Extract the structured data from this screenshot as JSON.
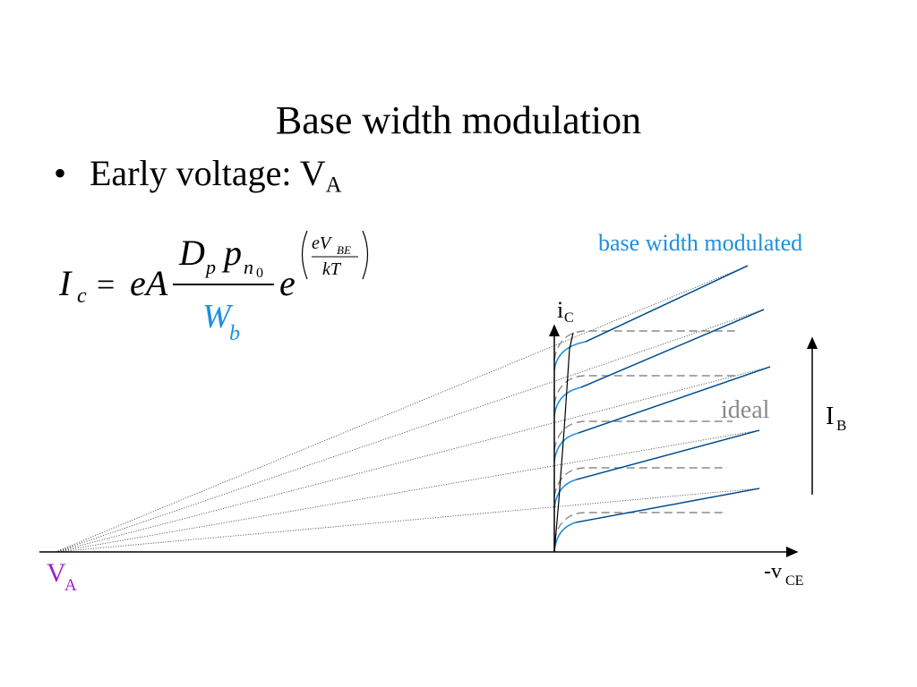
{
  "slide": {
    "title": "Base width modulation",
    "bullet_text": "Early voltage: V",
    "bullet_sub": "A"
  },
  "formula": {
    "lhs": "I",
    "lhs_sub": "c",
    "eq": "=",
    "prefix": "eA",
    "num_D": "D",
    "num_D_sub": "p",
    "num_p": "p",
    "num_p_sub": "n",
    "num_p_subsub": "0",
    "den": "W",
    "den_sub": "b",
    "exp_base": "e",
    "exp_num": "eV",
    "exp_num_sub": "BE",
    "exp_den": "kT"
  },
  "labels": {
    "modulated": "base width modulated",
    "ideal": "ideal",
    "ic": "i",
    "ic_sub": "C",
    "ib": "I",
    "ib_sub": "B",
    "va": "V",
    "va_sub": "A",
    "vce": "-v",
    "vce_sub": "CE"
  },
  "colors": {
    "modulated": "#1e90e0",
    "ideal": "#8a8a8a",
    "va": "#9b1fd0",
    "curve_dark": "#0c3a6e"
  },
  "chart_data": {
    "type": "line",
    "curve_count": 5,
    "note_values": []
  }
}
